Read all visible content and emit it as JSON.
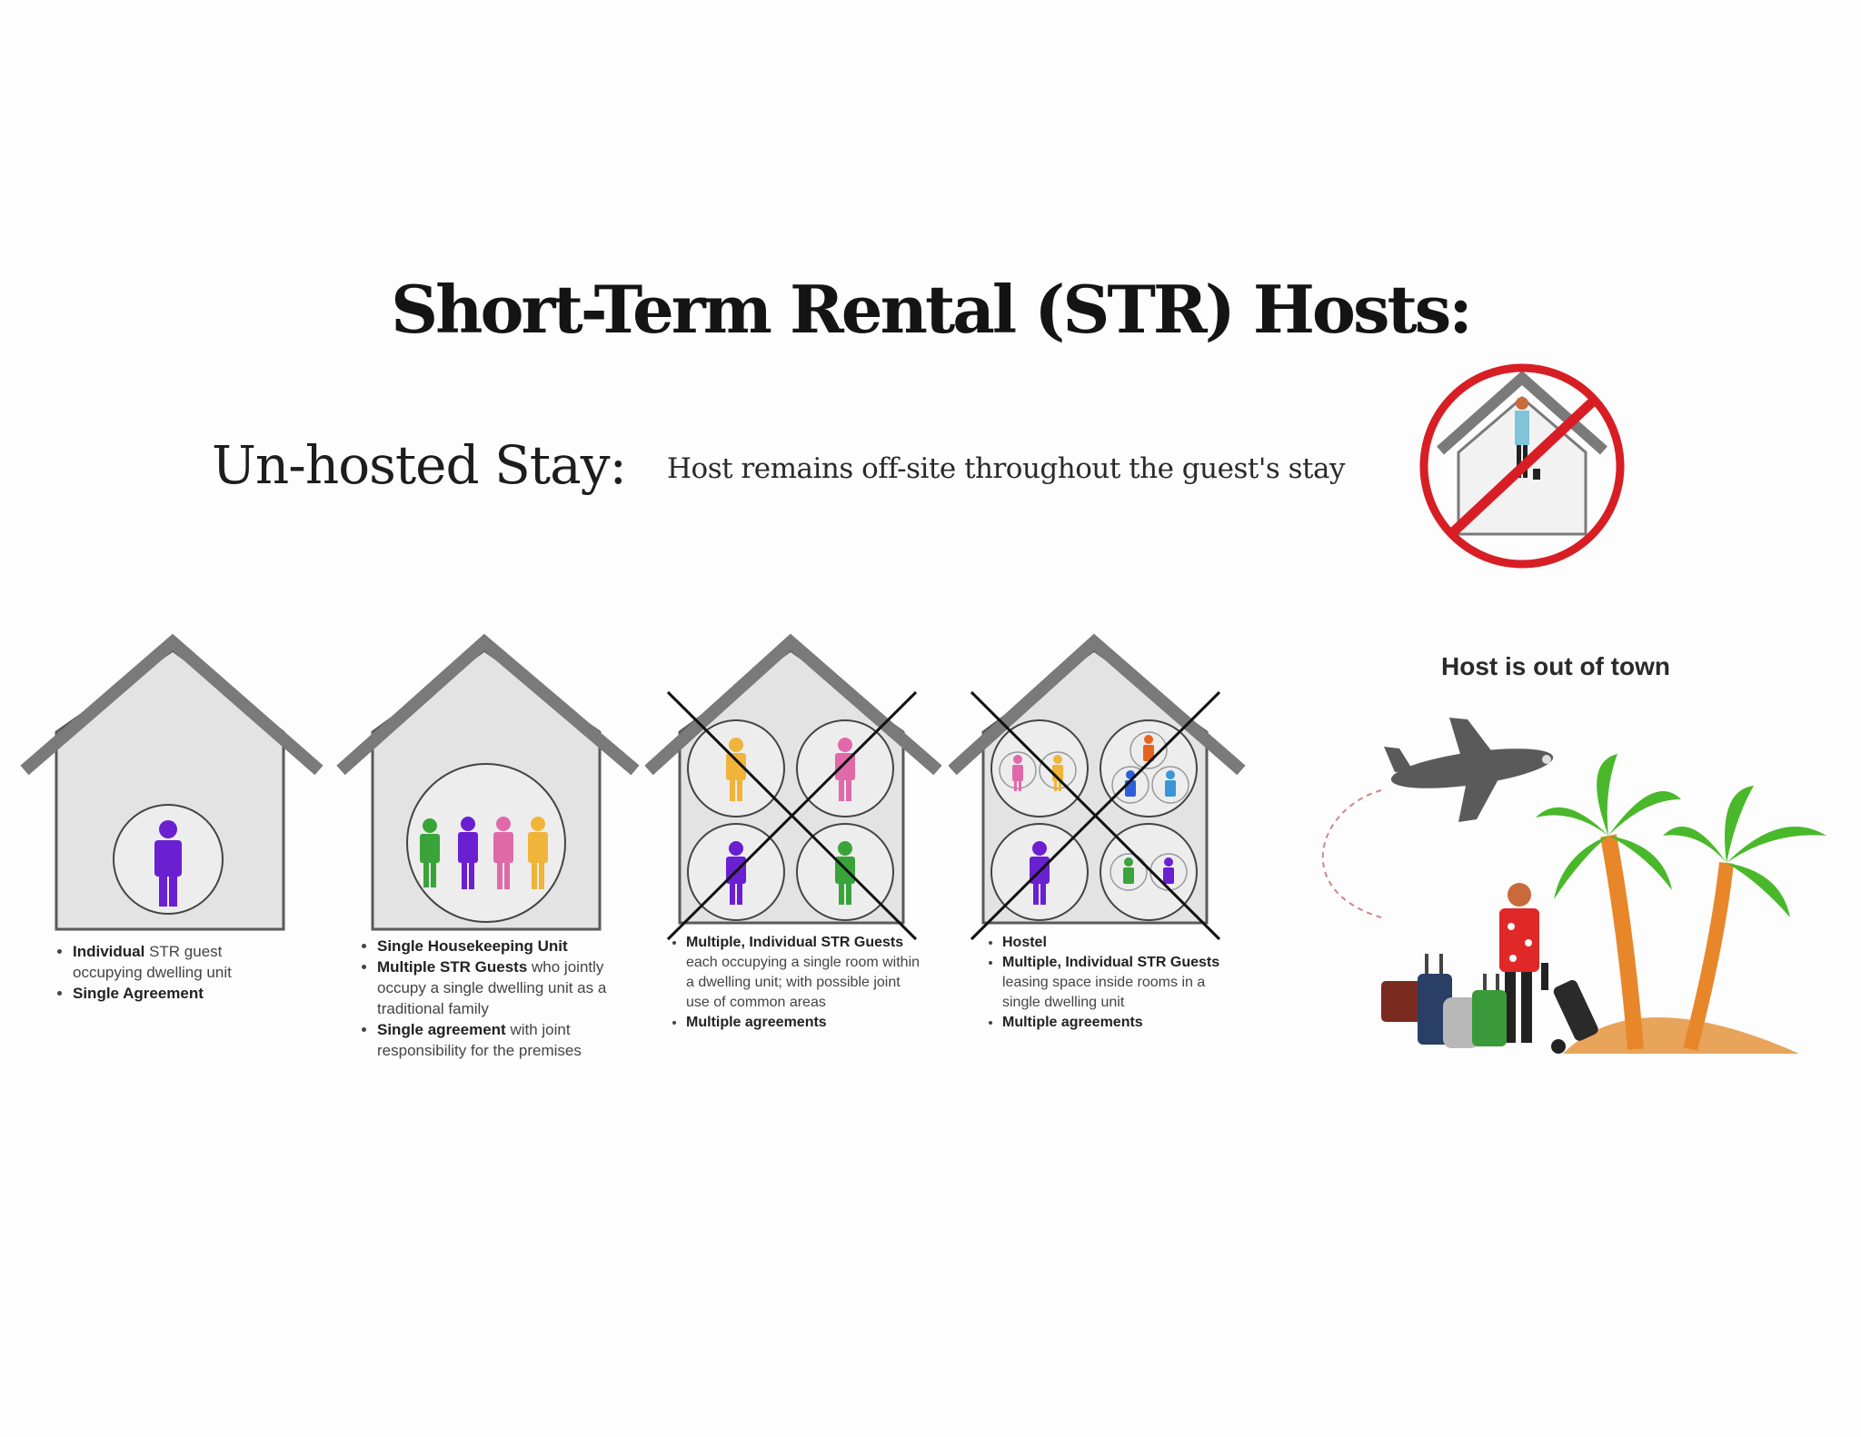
{
  "title": "Short-Term Rental (STR) Hosts:",
  "section": {
    "heading": "Un-hosted Stay:",
    "description": "Host remains off-site throughout the guest's stay",
    "icon": "no-host-in-house-icon"
  },
  "scenarios": [
    {
      "crossed_out": false,
      "captions": [
        {
          "bold": "Individual",
          "text": " STR guest occupying dwelling unit"
        },
        {
          "bold": "Single Agreement",
          "text": ""
        }
      ]
    },
    {
      "crossed_out": false,
      "captions": [
        {
          "bold": "Single Housekeeping Unit",
          "text": ""
        },
        {
          "bold": "Multiple STR Guests",
          "text": " who jointly occupy a single dwelling unit as a traditional family"
        },
        {
          "bold": "Single agreement",
          "text": " with joint responsibility for the premises"
        }
      ]
    },
    {
      "crossed_out": true,
      "captions": [
        {
          "bold": "Multiple, Individual STR Guests",
          "text": " each occupying a single room within a dwelling unit; with possible joint use of common areas"
        },
        {
          "bold": "Multiple agreements",
          "text": ""
        }
      ]
    },
    {
      "crossed_out": true,
      "captions": [
        {
          "bold": "Hostel",
          "text": ""
        },
        {
          "bold": "Multiple, Individual STR Guests",
          "text": " leasing space inside rooms in a single dwelling unit"
        },
        {
          "bold": "Multiple agreements",
          "text": ""
        }
      ]
    }
  ],
  "travel": {
    "heading": "Host is out of town",
    "icons": [
      "airplane-icon",
      "palm-tree-icon",
      "traveler-icon",
      "luggage-icon"
    ]
  },
  "colors": {
    "roof": "#7a7a7a",
    "house_fill": "#e3e3e3",
    "prohibition_red": "#d81e25",
    "purple": "#6a1fd0",
    "green": "#3aa33a",
    "pink": "#e06aa8",
    "yellow": "#f0b43a",
    "orange": "#e8641e",
    "blue": "#2d5fd8"
  }
}
